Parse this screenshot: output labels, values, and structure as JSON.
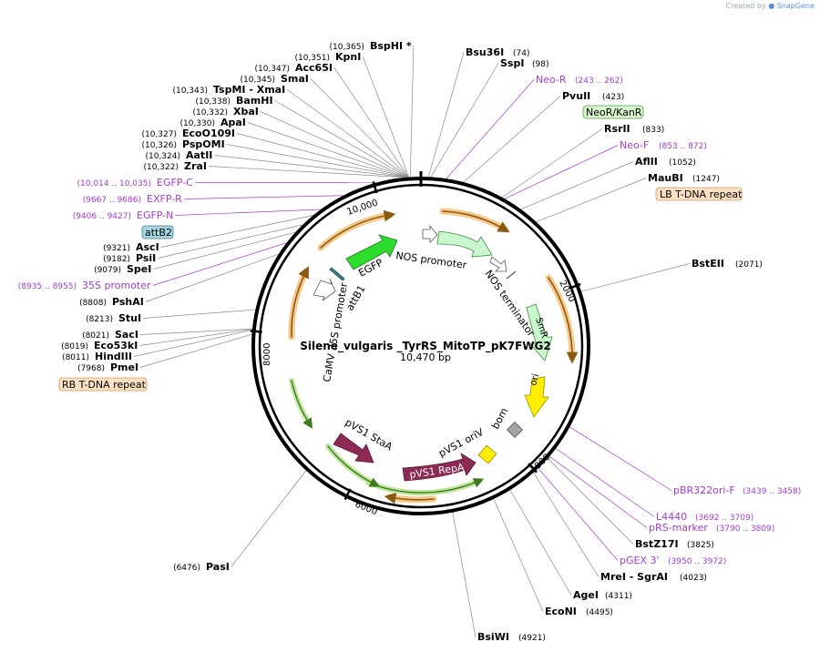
{
  "branding": {
    "created_by": "Created by",
    "app": "SnapGene"
  },
  "plasmid": {
    "name": "Silene_vulgaris _TyrRS_MitoTP_pK7FWG2",
    "length_label": "10,470 bp",
    "total_bp": 10470
  },
  "ticks": [
    {
      "bp": 0,
      "label": ""
    },
    {
      "bp": 2000,
      "label": "2000"
    },
    {
      "bp": 4000,
      "label": "4000"
    },
    {
      "bp": 6000,
      "label": "6000"
    },
    {
      "bp": 8000,
      "label": "8000"
    },
    {
      "bp": 10000,
      "label": "10,000"
    }
  ],
  "sites": [
    {
      "id": "bsphi",
      "pos": "(10,365)",
      "name": "BspHI *",
      "bp": 10365,
      "kind": "enzyme"
    },
    {
      "id": "kpni",
      "pos": "(10,351)",
      "name": "KpnI",
      "bp": 10351,
      "kind": "enzyme"
    },
    {
      "id": "acc65i",
      "pos": "(10,347)",
      "name": "Acc65I",
      "bp": 10347,
      "kind": "enzyme"
    },
    {
      "id": "smai",
      "pos": "(10,345)",
      "name": "SmaI",
      "bp": 10345,
      "kind": "enzyme"
    },
    {
      "id": "tspmi",
      "pos": "(10,343)",
      "name": "TspMI  - XmaI",
      "bp": 10343,
      "kind": "enzyme"
    },
    {
      "id": "bamhi",
      "pos": "(10,338)",
      "name": "BamHI",
      "bp": 10338,
      "kind": "enzyme"
    },
    {
      "id": "xbai",
      "pos": "(10,332)",
      "name": "XbaI",
      "bp": 10332,
      "kind": "enzyme"
    },
    {
      "id": "apai",
      "pos": "(10,330)",
      "name": "ApaI",
      "bp": 10330,
      "kind": "enzyme"
    },
    {
      "id": "ecoo109i",
      "pos": "(10,327)",
      "name": "EcoO109I",
      "bp": 10327,
      "kind": "enzyme"
    },
    {
      "id": "pspomi",
      "pos": "(10,326)",
      "name": "PspOMI",
      "bp": 10326,
      "kind": "enzyme"
    },
    {
      "id": "aatii",
      "pos": "(10,324)",
      "name": "AatII",
      "bp": 10324,
      "kind": "enzyme"
    },
    {
      "id": "zrai",
      "pos": "(10,322)",
      "name": "ZraI",
      "bp": 10322,
      "kind": "enzyme"
    },
    {
      "id": "egfpc",
      "pos": "(10,014 .. 10,035)",
      "name": "EGFP-C",
      "bp": 10024,
      "kind": "primer"
    },
    {
      "id": "exfpr",
      "pos": "(9667 .. 9686)",
      "name": "EXFP-R",
      "bp": 9676,
      "kind": "primer"
    },
    {
      "id": "egfpn",
      "pos": "(9406 .. 9427)",
      "name": "EGFP-N",
      "bp": 9416,
      "kind": "primer"
    },
    {
      "id": "ascl",
      "pos": "(9321)",
      "name": "AscI",
      "bp": 9321,
      "kind": "enzyme"
    },
    {
      "id": "psii",
      "pos": "(9182)",
      "name": "PsiI",
      "bp": 9182,
      "kind": "enzyme"
    },
    {
      "id": "spei",
      "pos": "(9079)",
      "name": "SpeI",
      "bp": 9079,
      "kind": "enzyme"
    },
    {
      "id": "p35s",
      "pos": "(8935 .. 8955)",
      "name": "35S promoter",
      "bp": 8945,
      "kind": "primer"
    },
    {
      "id": "pshai",
      "pos": "(8808)",
      "name": "PshAI",
      "bp": 8808,
      "kind": "enzyme"
    },
    {
      "id": "stui",
      "pos": "(8213)",
      "name": "StuI",
      "bp": 8213,
      "kind": "enzyme"
    },
    {
      "id": "saci",
      "pos": "(8021)",
      "name": "SacI",
      "bp": 8021,
      "kind": "enzyme"
    },
    {
      "id": "eco53ki",
      "pos": "(8019)",
      "name": "Eco53kI",
      "bp": 8019,
      "kind": "enzyme"
    },
    {
      "id": "hindiii",
      "pos": "(8011)",
      "name": "HindIII",
      "bp": 8011,
      "kind": "enzyme"
    },
    {
      "id": "pmei",
      "pos": "(7968)",
      "name": "PmeI",
      "bp": 7968,
      "kind": "enzyme"
    },
    {
      "id": "pasi",
      "pos": "(6476)",
      "name": "PasI",
      "bp": 6476,
      "kind": "enzyme"
    },
    {
      "id": "bsu36i",
      "pos": "(74)",
      "name": "Bsu36I",
      "bp": 74,
      "kind": "enzyme"
    },
    {
      "id": "sspi",
      "pos": "(98)",
      "name": "SspI",
      "bp": 98,
      "kind": "enzyme"
    },
    {
      "id": "neor",
      "pos": "(243 .. 262)",
      "name": "Neo-R",
      "bp": 252,
      "kind": "primer"
    },
    {
      "id": "pvuii",
      "pos": "(423)",
      "name": "PvuII",
      "bp": 423,
      "kind": "enzyme"
    },
    {
      "id": "rsrii",
      "pos": "(833)",
      "name": "RsrII",
      "bp": 833,
      "kind": "enzyme"
    },
    {
      "id": "neof",
      "pos": "(853 .. 872)",
      "name": "Neo-F",
      "bp": 862,
      "kind": "primer"
    },
    {
      "id": "aflii",
      "pos": "(1052)",
      "name": "AflII",
      "bp": 1052,
      "kind": "enzyme"
    },
    {
      "id": "maubi",
      "pos": "(1247)",
      "name": "MauBI",
      "bp": 1247,
      "kind": "enzyme"
    },
    {
      "id": "bsteii",
      "pos": "(2071)",
      "name": "BstEII",
      "bp": 2071,
      "kind": "enzyme"
    },
    {
      "id": "pbr",
      "pos": "(3439 .. 3458)",
      "name": "pBR322ori-F",
      "bp": 3448,
      "kind": "primer"
    },
    {
      "id": "l4440",
      "pos": "(3692 .. 3709)",
      "name": "L4440",
      "bp": 3700,
      "kind": "primer"
    },
    {
      "id": "prs",
      "pos": "(3790 .. 3809)",
      "name": "pRS-marker",
      "bp": 3800,
      "kind": "primer"
    },
    {
      "id": "bstz17i",
      "pos": "(3825)",
      "name": "BstZ17I",
      "bp": 3825,
      "kind": "enzyme"
    },
    {
      "id": "pgex",
      "pos": "(3950 .. 3972)",
      "name": "pGEX 3'",
      "bp": 3961,
      "kind": "primer"
    },
    {
      "id": "mrei",
      "pos": "(4023)",
      "name": "MreI  - SgrAI",
      "bp": 4023,
      "kind": "enzyme"
    },
    {
      "id": "agei",
      "pos": "(4311)",
      "name": "AgeI",
      "bp": 4311,
      "kind": "enzyme"
    },
    {
      "id": "ecoi",
      "pos": "(4495)",
      "name": "EcoNI",
      "bp": 4495,
      "kind": "enzyme"
    },
    {
      "id": "bsiwi",
      "pos": "(4921)",
      "name": "BsiWI",
      "bp": 4921,
      "kind": "enzyme"
    }
  ],
  "boxed_labels": [
    {
      "id": "neokan",
      "text": "NeoR/KanR",
      "fill": "#d8f5d0",
      "stroke": "#52a84a"
    },
    {
      "id": "lbtdna",
      "text": "LB T-DNA repeat",
      "fill": "#fbe0c4",
      "stroke": "#c89a66"
    },
    {
      "id": "attb2",
      "text": "attB2",
      "fill": "#a6d7e0",
      "stroke": "#3d7d8a"
    },
    {
      "id": "rbtdna",
      "text": "RB T-DNA repeat",
      "fill": "#fbe0c4",
      "stroke": "#c89a66"
    }
  ],
  "features_inner": [
    {
      "id": "f-egfp",
      "text": "EGFP",
      "color": "#2edc2e"
    },
    {
      "id": "f-nosprom",
      "text": "NOS promoter",
      "color": "#c8f8cc"
    },
    {
      "id": "f-nosterm",
      "text": "NOS terminator",
      "color": "#ffffff"
    },
    {
      "id": "f-smr",
      "text": "SmR",
      "color": "#c8f8cc"
    },
    {
      "id": "f-ori",
      "text": "ori",
      "color": "#ffee00"
    },
    {
      "id": "f-bom",
      "text": "bom",
      "color": "#a4a4a4"
    },
    {
      "id": "f-pvs1oriv",
      "text": "pVS1 oriV",
      "color": "#ffee00"
    },
    {
      "id": "f-pvs1repa",
      "text": "pVS1 RepA",
      "color": "#8e2b55"
    },
    {
      "id": "f-pvs1staa",
      "text": "pVS1 StaA",
      "color": "#8e2b55"
    },
    {
      "id": "f-camv",
      "text": "CaMV 35S promoter",
      "color": "#ffffff"
    },
    {
      "id": "f-attb1",
      "text": "attB1",
      "color": "#3d7d8a"
    }
  ],
  "colors": {
    "enzyme_text": "#000000",
    "primer_text": "#a23bd3",
    "position_text": "#222222",
    "leader_enzyme": "#8a8a8a",
    "leader_primer": "#a23bd3",
    "backbone": "#000000",
    "orange_arrow": "#f2a33a",
    "green_arrow": "#8fd14f"
  }
}
